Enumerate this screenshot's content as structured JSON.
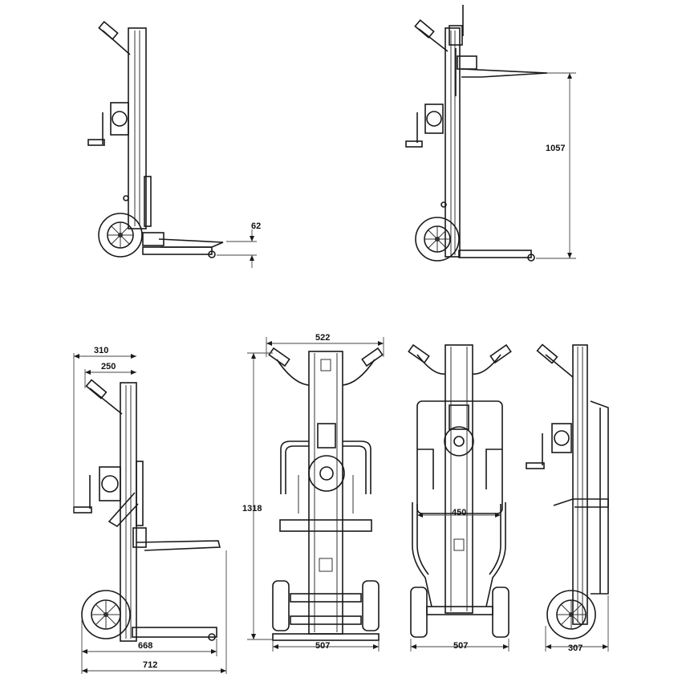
{
  "dimensions": {
    "fork_height": "62",
    "lift_height": "1057",
    "reach_310": "310",
    "reach_250": "250",
    "width_522": "522",
    "height_1318": "1318",
    "inner_width_450": "450",
    "wheelbase_507_front": "507",
    "wheelbase_507_rear": "507",
    "depth_668": "668",
    "depth_712": "712",
    "width_307": "307"
  }
}
